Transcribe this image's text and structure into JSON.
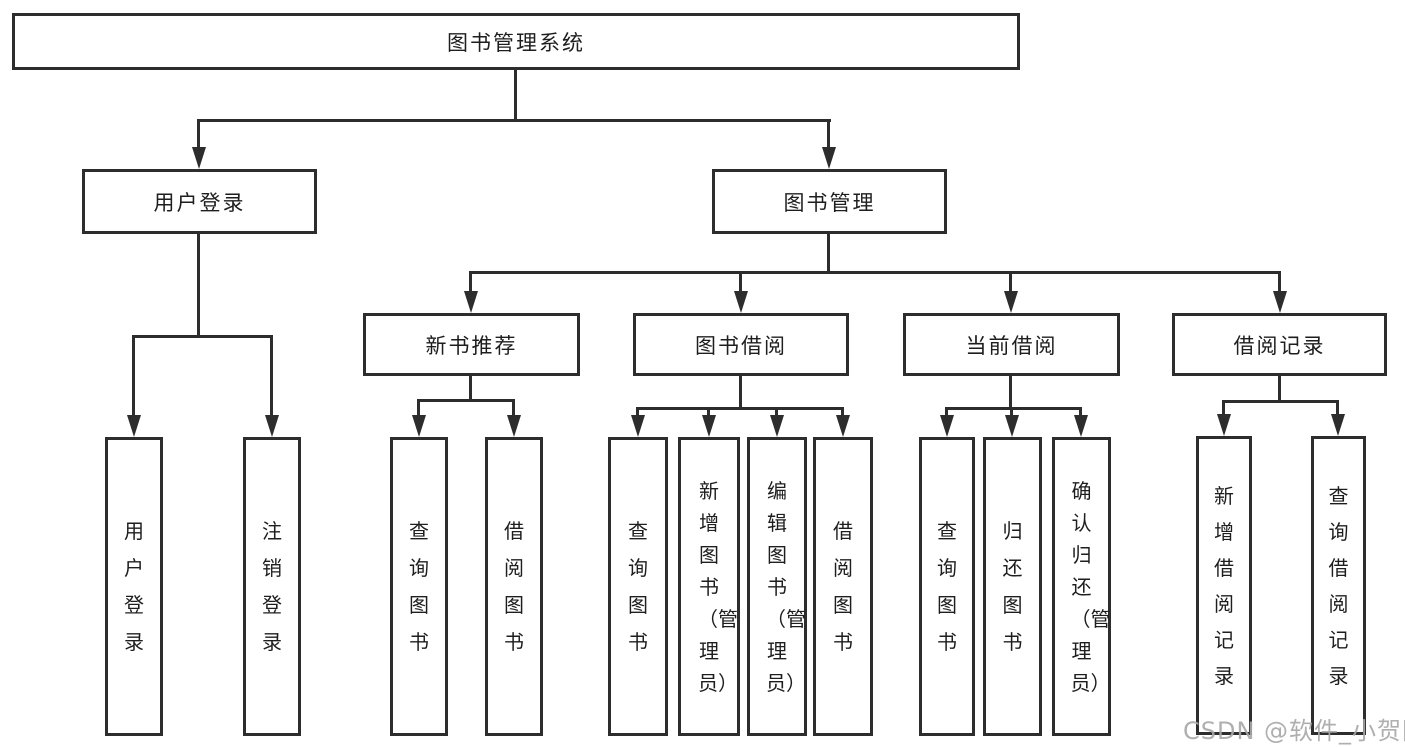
{
  "diagram": {
    "type": "hierarchy-tree",
    "colors": {
      "line": "#2d2d2d",
      "text": "#1e1e1e",
      "background": "#ffffff",
      "watermark": "#a8a8a8"
    },
    "tree": {
      "label": "图书管理系统",
      "children": [
        {
          "label": "用户登录",
          "children": [
            {
              "label": "用户登录"
            },
            {
              "label": "注销登录"
            }
          ]
        },
        {
          "label": "图书管理",
          "children": [
            {
              "label": "新书推荐",
              "children": [
                {
                  "label": "查询图书"
                },
                {
                  "label": "借阅图书"
                }
              ]
            },
            {
              "label": "图书借阅",
              "children": [
                {
                  "label": "查询图书"
                },
                {
                  "label": "新增图书（管理员）"
                },
                {
                  "label": "编辑图书（管理员）"
                },
                {
                  "label": "借阅图书"
                }
              ]
            },
            {
              "label": "当前借阅",
              "children": [
                {
                  "label": "查询图书"
                },
                {
                  "label": "归还图书"
                },
                {
                  "label": "确认归还（管理员）"
                }
              ]
            },
            {
              "label": "借阅记录",
              "children": [
                {
                  "label": "新增借阅记录"
                },
                {
                  "label": "查询借阅记录"
                }
              ]
            }
          ]
        }
      ]
    },
    "watermark": {
      "text": "CSDN @软件_小贺同学"
    }
  }
}
